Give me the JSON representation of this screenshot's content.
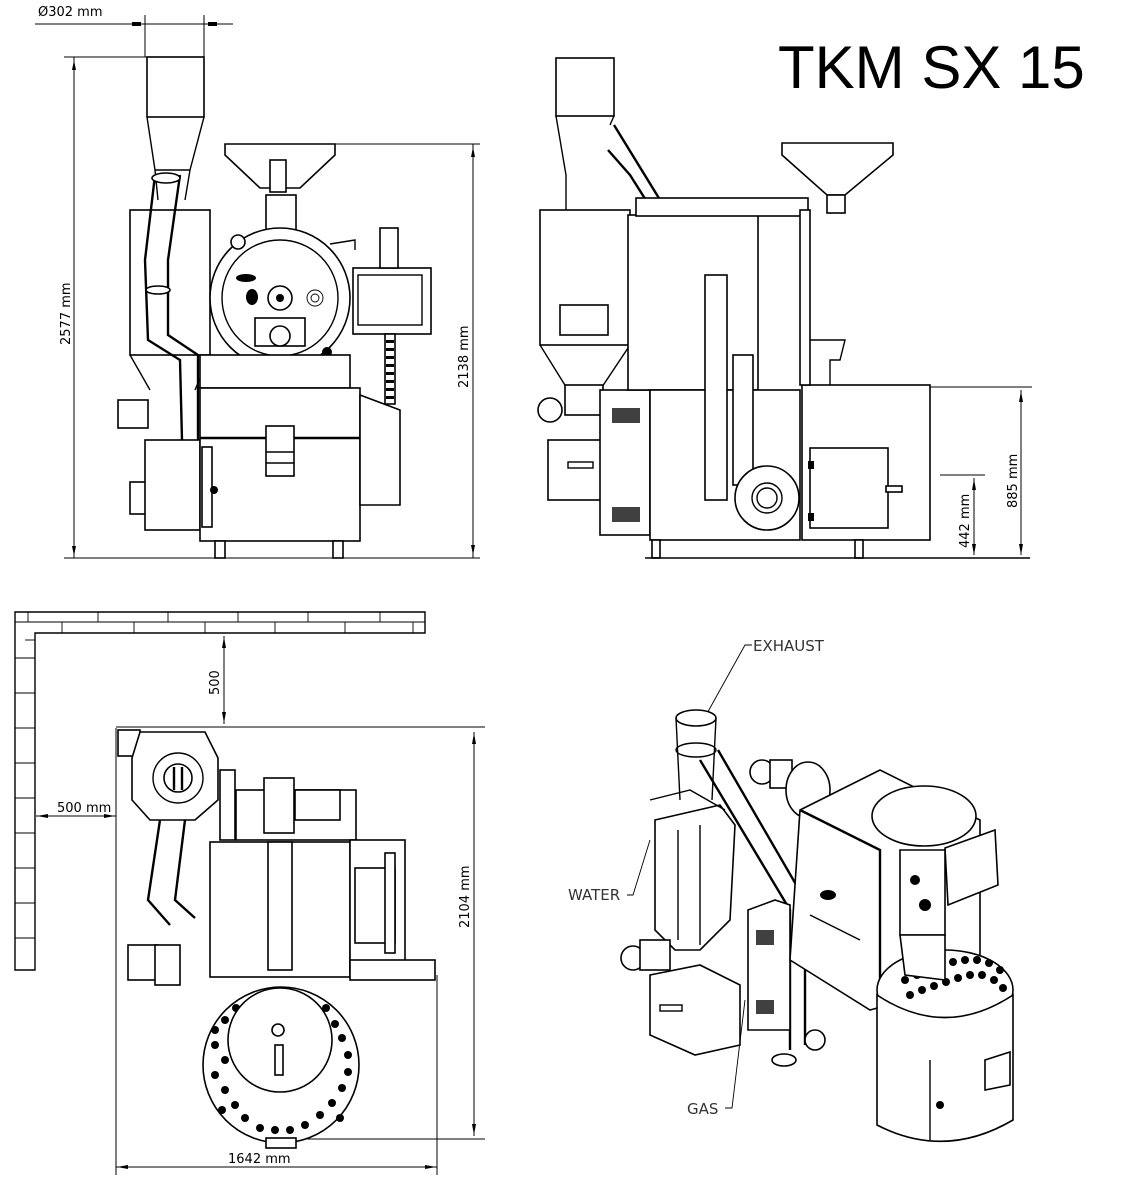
{
  "title": "TKM SX 15",
  "front_view": {
    "dimensions": {
      "chimney_diameter": "Ø302 mm",
      "total_height": "2577 mm",
      "hopper_height": "2138 mm"
    }
  },
  "side_view": {
    "dimensions": {
      "cooler_height": "885 mm",
      "door_height": "442 mm"
    }
  },
  "top_view": {
    "dimensions": {
      "wall_clearance_back": "500",
      "wall_clearance_side": "500 mm",
      "depth": "2104 mm",
      "width": "1642 mm"
    }
  },
  "iso_view": {
    "labels": {
      "exhaust": "EXHAUST",
      "water": "WATER",
      "gas": "GAS"
    }
  },
  "colors": {
    "line": "#000000",
    "label_text": "#333333",
    "background": "#ffffff"
  }
}
